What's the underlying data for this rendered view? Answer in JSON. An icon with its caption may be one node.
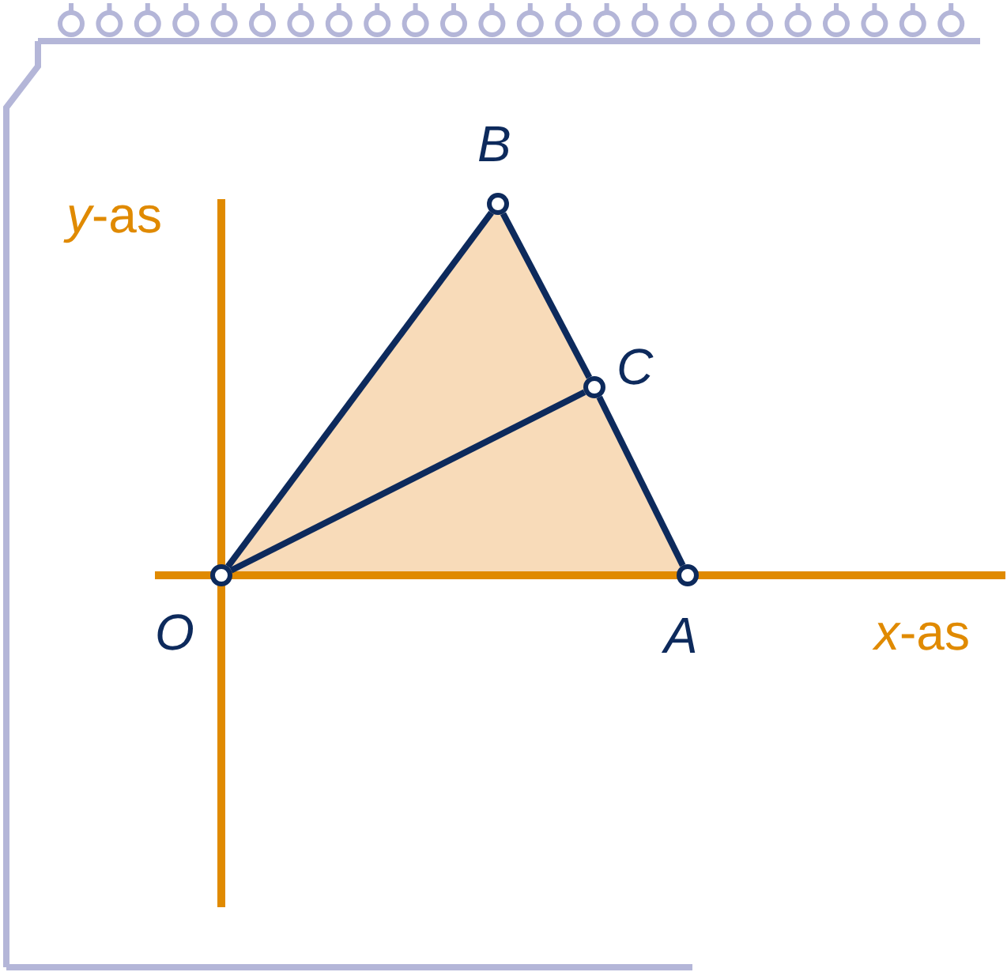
{
  "diagram": {
    "nodes": [
      {
        "text": [
          "O"
        ]
      },
      {
        "text": [
          "A"
        ]
      },
      {
        "text": [
          "B"
        ]
      },
      {
        "text": [
          "C"
        ]
      }
    ],
    "edges": [
      {
        "from": 0,
        "to": 2,
        "arrow": "none"
      },
      {
        "from": 2,
        "to": 3,
        "arrow": "none"
      },
      {
        "from": 3,
        "to": 1,
        "arrow": "none"
      },
      {
        "from": 0,
        "to": 3,
        "arrow": "none"
      }
    ],
    "labels": [
      "*y*-as",
      "*x*-as"
    ]
  }
}
